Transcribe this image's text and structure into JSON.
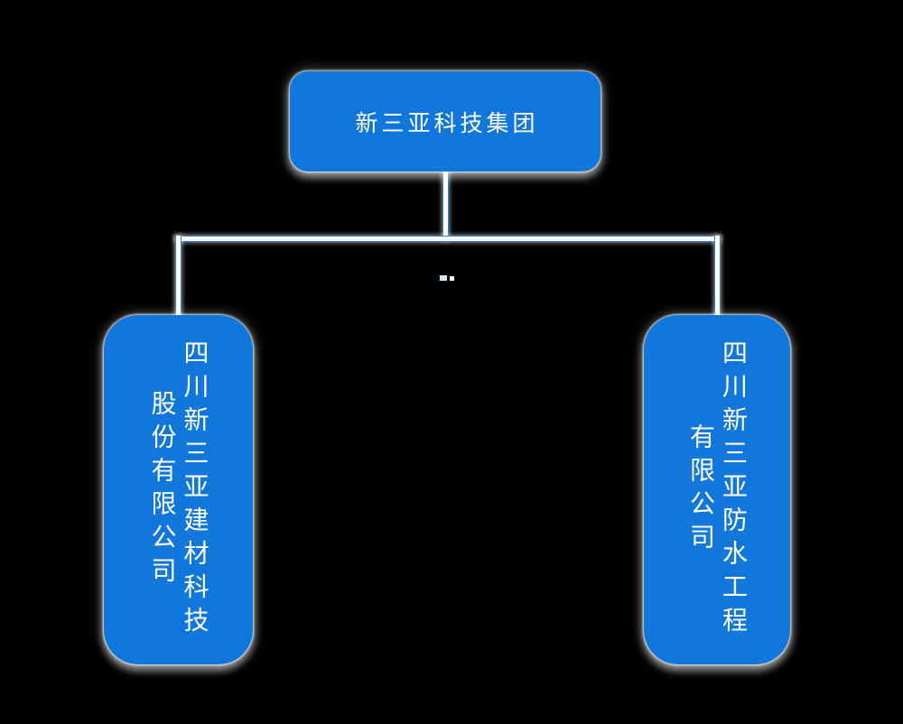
{
  "diagram": {
    "type": "org-chart",
    "root": {
      "label": "新三亚科技集团"
    },
    "children": [
      {
        "label": "四川新三亚建材科技股份有限公司",
        "lines": [
          "四川新三亚建材科技",
          "股份有限公司"
        ]
      },
      {
        "label": "四川新三亚防水工程有限公司",
        "lines": [
          "四川新三亚防水工程",
          "有限公司"
        ]
      }
    ],
    "colors": {
      "background": "#000000",
      "node_fill": "#1277db",
      "node_text": "#ffffff",
      "connector_core": "#ffffff",
      "connector_edge": "#2e7fd0"
    }
  }
}
